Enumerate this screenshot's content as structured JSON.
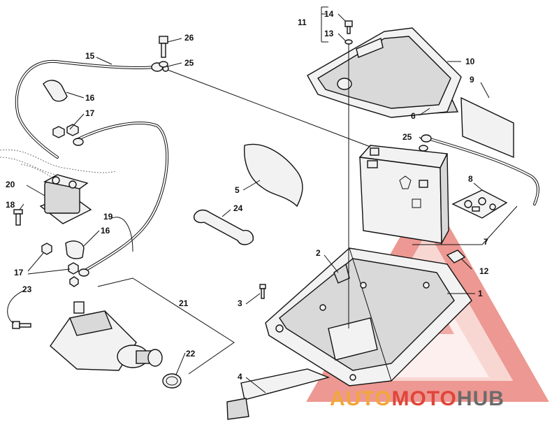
{
  "callouts": [
    {
      "id": "1",
      "text": "1"
    },
    {
      "id": "2",
      "text": "2"
    },
    {
      "id": "3",
      "text": "3"
    },
    {
      "id": "4",
      "text": "4"
    },
    {
      "id": "5",
      "text": "5"
    },
    {
      "id": "6",
      "text": "6"
    },
    {
      "id": "7",
      "text": "7"
    },
    {
      "id": "8",
      "text": "8"
    },
    {
      "id": "9",
      "text": "9"
    },
    {
      "id": "10",
      "text": "10"
    },
    {
      "id": "11",
      "text": "11"
    },
    {
      "id": "12",
      "text": "12"
    },
    {
      "id": "13",
      "text": "13"
    },
    {
      "id": "14",
      "text": "14"
    },
    {
      "id": "15",
      "text": "15"
    },
    {
      "id": "16a",
      "text": "16"
    },
    {
      "id": "16b",
      "text": "16"
    },
    {
      "id": "17a",
      "text": "17"
    },
    {
      "id": "17b",
      "text": "17"
    },
    {
      "id": "18",
      "text": "18"
    },
    {
      "id": "19",
      "text": "19"
    },
    {
      "id": "20",
      "text": "20"
    },
    {
      "id": "21",
      "text": "21"
    },
    {
      "id": "22",
      "text": "22"
    },
    {
      "id": "23",
      "text": "23"
    },
    {
      "id": "24",
      "text": "24"
    },
    {
      "id": "25a",
      "text": "25"
    },
    {
      "id": "25b",
      "text": "25"
    },
    {
      "id": "26",
      "text": "26"
    }
  ],
  "watermark": {
    "part1": "AUTO",
    "part2": "MOTO",
    "part3": "HUB",
    "color_orange": "#f2a73a",
    "color_red": "#e0453a",
    "color_gray": "#6b6b6b"
  }
}
